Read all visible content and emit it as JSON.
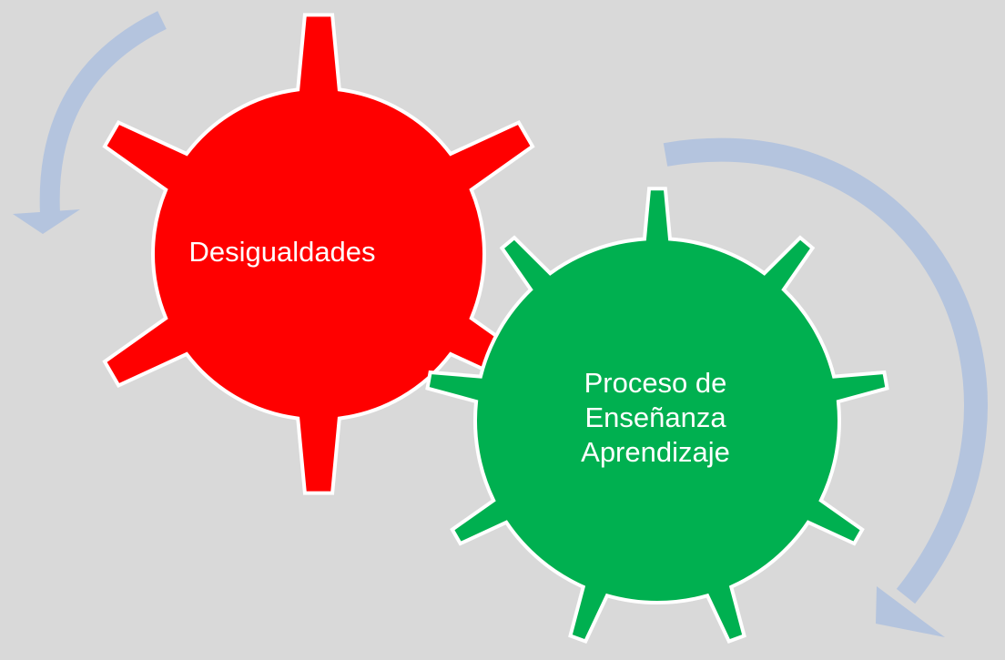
{
  "colors": {
    "background": "#d9d9d9",
    "red_gear": "#ff0000",
    "green_gear": "#00b050",
    "gear_outline": "#ffffff",
    "arrow": "#b4c4de"
  },
  "gears": {
    "red": {
      "label": "Desigualdades"
    },
    "green": {
      "lines": [
        "Proceso de",
        "Enseñanza",
        "Aprendizaje"
      ]
    }
  },
  "arrows": {
    "left": {
      "icon": "curved-arrow-counterclockwise"
    },
    "right": {
      "icon": "curved-arrow-clockwise"
    }
  }
}
